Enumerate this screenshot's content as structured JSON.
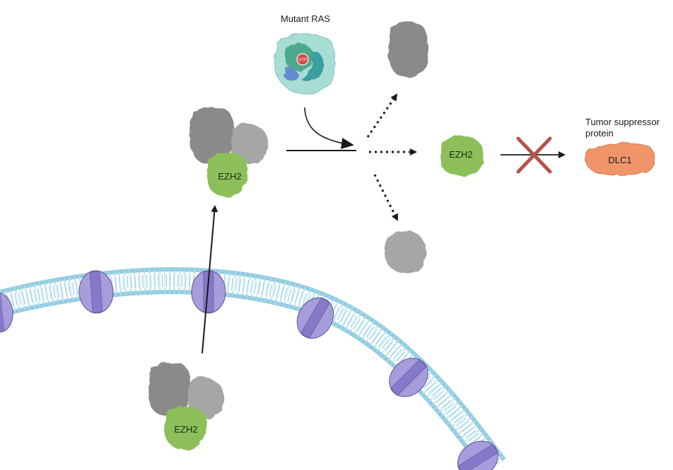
{
  "title_labels": {
    "mutant_ras": "Mutant RAS",
    "gtp": "GTP",
    "tumor_suppressor_line1": "Tumor suppressor",
    "tumor_suppressor_line2": "protein"
  },
  "proteins": {
    "ezh2_membrane": "EZH2",
    "ezh2_complex": "EZH2",
    "ezh2_free": "EZH2",
    "dlc1": "DLC1"
  },
  "colors": {
    "ezh2_green": "#8cbf5a",
    "prc_gray": "#8e8e8e",
    "ras_teal": "#9fd6cf",
    "dlc1_orange": "#f0946a",
    "inhibit_red": "#b5524e",
    "membrane_blue": "#a9dbec",
    "channel_purple": "#a79ddc"
  },
  "icons": {
    "inhibition": "x-mark-icon",
    "arrows": "arrow-icon"
  }
}
